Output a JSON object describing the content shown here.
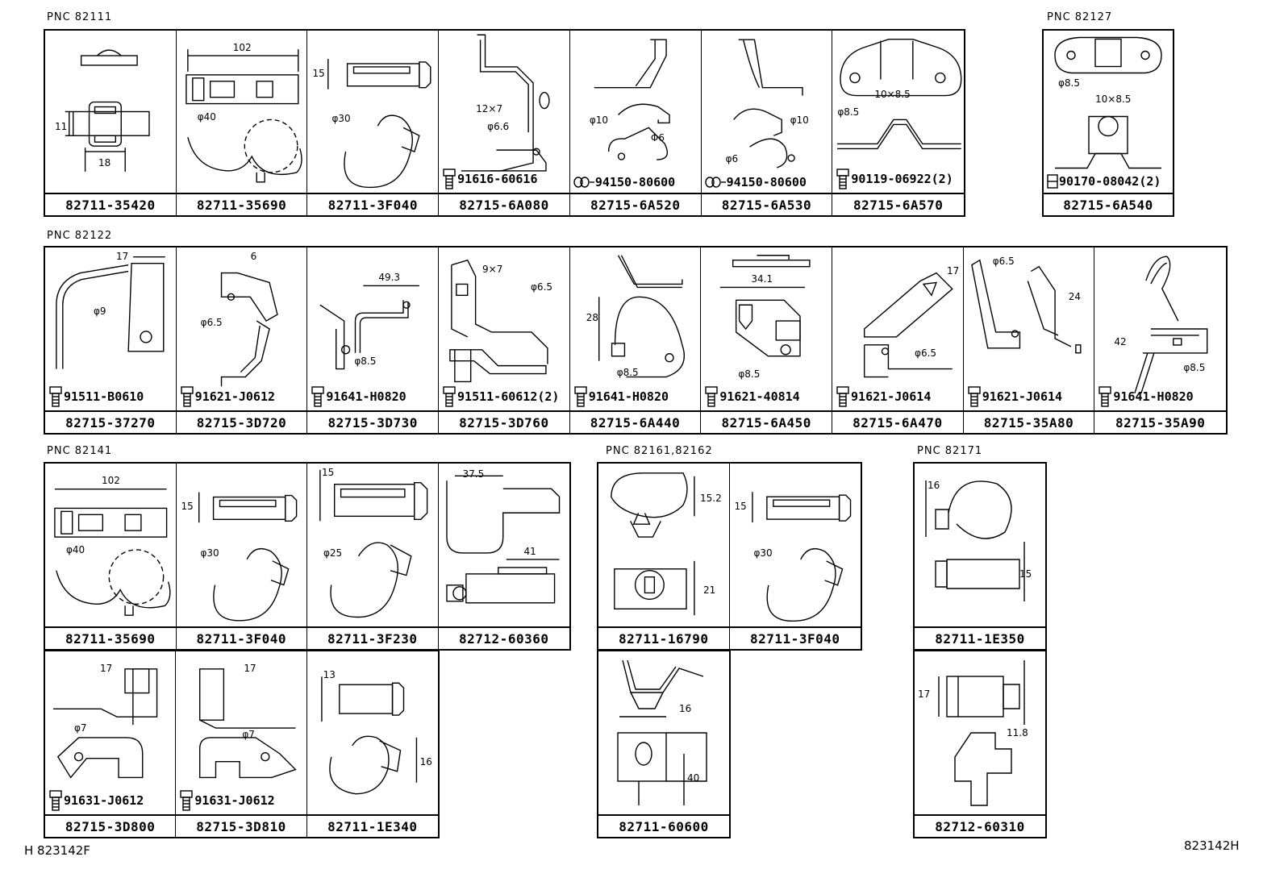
{
  "footer": {
    "left": "H 823142F",
    "right": "823142H"
  },
  "groups": [
    {
      "pnc": "PNC   82111",
      "cells": [
        {
          "part": "82711-35420",
          "dims": [
            "11",
            "18"
          ],
          "fastener": ""
        },
        {
          "part": "82711-35690",
          "dims": [
            "102",
            "φ40"
          ],
          "fastener": ""
        },
        {
          "part": "82711-3F040",
          "dims": [
            "15",
            "φ30"
          ],
          "fastener": ""
        },
        {
          "part": "82715-6A080",
          "dims": [
            "12×7",
            "φ6.6"
          ],
          "fastener": "91616-60616"
        },
        {
          "part": "82715-6A520",
          "dims": [
            "φ10",
            "Φ6"
          ],
          "fastener": "94150-80600"
        },
        {
          "part": "82715-6A530",
          "dims": [
            "φ10",
            "φ6"
          ],
          "fastener": "94150-80600"
        },
        {
          "part": "82715-6A570",
          "dims": [
            "10×8.5",
            "φ8.5"
          ],
          "fastener": "90119-06922(2)"
        }
      ]
    },
    {
      "pnc": "PNC   82127",
      "cells": [
        {
          "part": "82715-6A540",
          "dims": [
            "φ8.5",
            "10×8.5"
          ],
          "fastener": "90170-08042(2)"
        }
      ]
    },
    {
      "pnc": "PNC   82122",
      "cells": [
        {
          "part": "82715-37270",
          "dims": [
            "17",
            "φ9"
          ],
          "fastener": "91511-B0610"
        },
        {
          "part": "82715-3D720",
          "dims": [
            "6",
            "φ6.5"
          ],
          "fastener": "91621-J0612"
        },
        {
          "part": "82715-3D730",
          "dims": [
            "49.3",
            "φ8.5"
          ],
          "fastener": "91641-H0820"
        },
        {
          "part": "82715-3D760",
          "dims": [
            "9×7",
            "φ6.5"
          ],
          "fastener": "91511-60612(2)"
        },
        {
          "part": "82715-6A440",
          "dims": [
            "28",
            "φ8.5"
          ],
          "fastener": "91641-H0820"
        },
        {
          "part": "82715-6A450",
          "dims": [
            "34.1",
            "φ8.5"
          ],
          "fastener": "91621-40814"
        },
        {
          "part": "82715-6A470",
          "dims": [
            "17",
            "φ6.5"
          ],
          "fastener": "91621-J0614"
        },
        {
          "part": "82715-35A80",
          "dims": [
            "φ6.5",
            "24"
          ],
          "fastener": "91621-J0614"
        },
        {
          "part": "82715-35A90",
          "dims": [
            "42",
            "φ8.5"
          ],
          "fastener": "91641-H0820"
        }
      ]
    },
    {
      "pnc": "PNC   82141",
      "cells": [
        {
          "part": "82711-35690",
          "dims": [
            "102",
            "φ40"
          ],
          "fastener": ""
        },
        {
          "part": "82711-3F040",
          "dims": [
            "15",
            "φ30"
          ],
          "fastener": ""
        },
        {
          "part": "82711-3F230",
          "dims": [
            "15",
            "φ25"
          ],
          "fastener": ""
        },
        {
          "part": "82712-60360",
          "dims": [
            "37.5",
            "41"
          ],
          "fastener": ""
        }
      ],
      "cells2": [
        {
          "part": "82715-3D800",
          "dims": [
            "17",
            "φ7"
          ],
          "fastener": "91631-J0612"
        },
        {
          "part": "82715-3D810",
          "dims": [
            "17",
            "φ7"
          ],
          "fastener": "91631-J0612"
        },
        {
          "part": "82711-1E340",
          "dims": [
            "13",
            "16"
          ],
          "fastener": ""
        }
      ]
    },
    {
      "pnc": "PNC   82161,82162",
      "cells": [
        {
          "part": "82711-16790",
          "dims": [
            "15.2",
            "21"
          ],
          "fastener": ""
        },
        {
          "part": "82711-3F040",
          "dims": [
            "15",
            "φ30"
          ],
          "fastener": ""
        }
      ],
      "cells2": [
        {
          "part": "82711-60600",
          "dims": [
            "16",
            "40"
          ],
          "fastener": ""
        }
      ]
    },
    {
      "pnc": "PNC   82171",
      "cells": [
        {
          "part": "82711-1E350",
          "dims": [
            "16",
            "15"
          ],
          "fastener": ""
        }
      ],
      "cells2": [
        {
          "part": "82712-60310",
          "dims": [
            "17",
            "11.8"
          ],
          "fastener": ""
        }
      ]
    }
  ]
}
